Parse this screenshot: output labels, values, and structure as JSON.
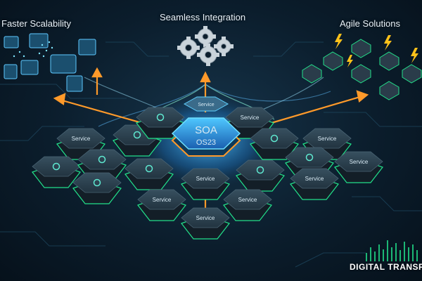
{
  "labels": {
    "faster_scalability": "Faster Scalability",
    "seamless_integration": "Seamless Integration",
    "agile_solutions": "Agile Solutions",
    "digital_transformation": "DIGITAL TRANSF"
  },
  "core": {
    "top_label": "Service",
    "title": "SOA",
    "subtitle": "OS23"
  },
  "service_label": "Service",
  "colors": {
    "background": "#0b1d2c",
    "hex_top": "#2a3c4a",
    "hex_side": "#131e27",
    "green_glow": "#22e08a",
    "blue_glow": "#2aa8ff",
    "orange_arrow": "#ff9a2a",
    "lightning": "#ffc21a"
  },
  "icons": [
    "gear-icon",
    "lightning-icon",
    "server-icon",
    "service-hex-icon"
  ]
}
